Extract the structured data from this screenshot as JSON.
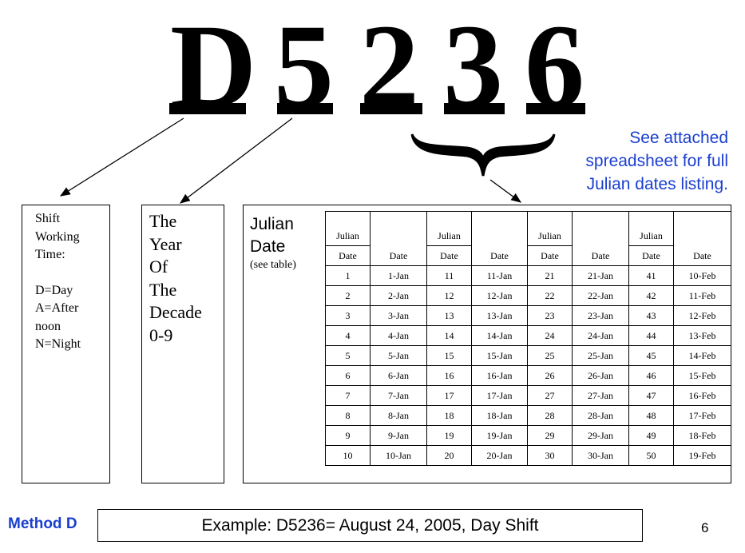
{
  "code_characters": [
    "D",
    "5",
    "2",
    "3",
    "6"
  ],
  "note": [
    "See attached",
    "spreadsheet for full",
    "Julian dates listing."
  ],
  "shift_box": {
    "lines": [
      "Shift",
      "Working",
      "Time:",
      "",
      "D=Day",
      "A=After",
      "noon",
      "N=Night"
    ]
  },
  "year_box": {
    "lines": [
      "The",
      "Year",
      "Of",
      "The",
      "Decade",
      "0-9"
    ]
  },
  "julian_box": {
    "title_lines": [
      "Julian",
      "Date"
    ],
    "subtitle": "(see table)"
  },
  "table": {
    "header_top": "Julian",
    "header_julian": "Date",
    "header_date": "Date",
    "groups": [
      {
        "julian": [
          "1",
          "2",
          "3",
          "4",
          "5",
          "6",
          "7",
          "8",
          "9",
          "10"
        ],
        "dates": [
          "1-Jan",
          "2-Jan",
          "3-Jan",
          "4-Jan",
          "5-Jan",
          "6-Jan",
          "7-Jan",
          "8-Jan",
          "9-Jan",
          "10-Jan"
        ]
      },
      {
        "julian": [
          "11",
          "12",
          "13",
          "14",
          "15",
          "16",
          "17",
          "18",
          "19",
          "20"
        ],
        "dates": [
          "11-Jan",
          "12-Jan",
          "13-Jan",
          "14-Jan",
          "15-Jan",
          "16-Jan",
          "17-Jan",
          "18-Jan",
          "19-Jan",
          "20-Jan"
        ]
      },
      {
        "julian": [
          "21",
          "22",
          "23",
          "24",
          "25",
          "26",
          "27",
          "28",
          "29",
          "30"
        ],
        "dates": [
          "21-Jan",
          "22-Jan",
          "23-Jan",
          "24-Jan",
          "25-Jan",
          "26-Jan",
          "27-Jan",
          "28-Jan",
          "29-Jan",
          "30-Jan"
        ]
      },
      {
        "julian": [
          "41",
          "42",
          "43",
          "44",
          "45",
          "46",
          "47",
          "48",
          "49",
          "50"
        ],
        "dates": [
          "10-Feb",
          "11-Feb",
          "12-Feb",
          "13-Feb",
          "14-Feb",
          "15-Feb",
          "16-Feb",
          "17-Feb",
          "18-Feb",
          "19-Feb"
        ]
      }
    ]
  },
  "footer": {
    "method": "Method D",
    "example": "Example: D5236= August 24, 2005, Day Shift",
    "page_number": "6"
  },
  "colors": {
    "accent_blue": "#1a3fd0"
  }
}
